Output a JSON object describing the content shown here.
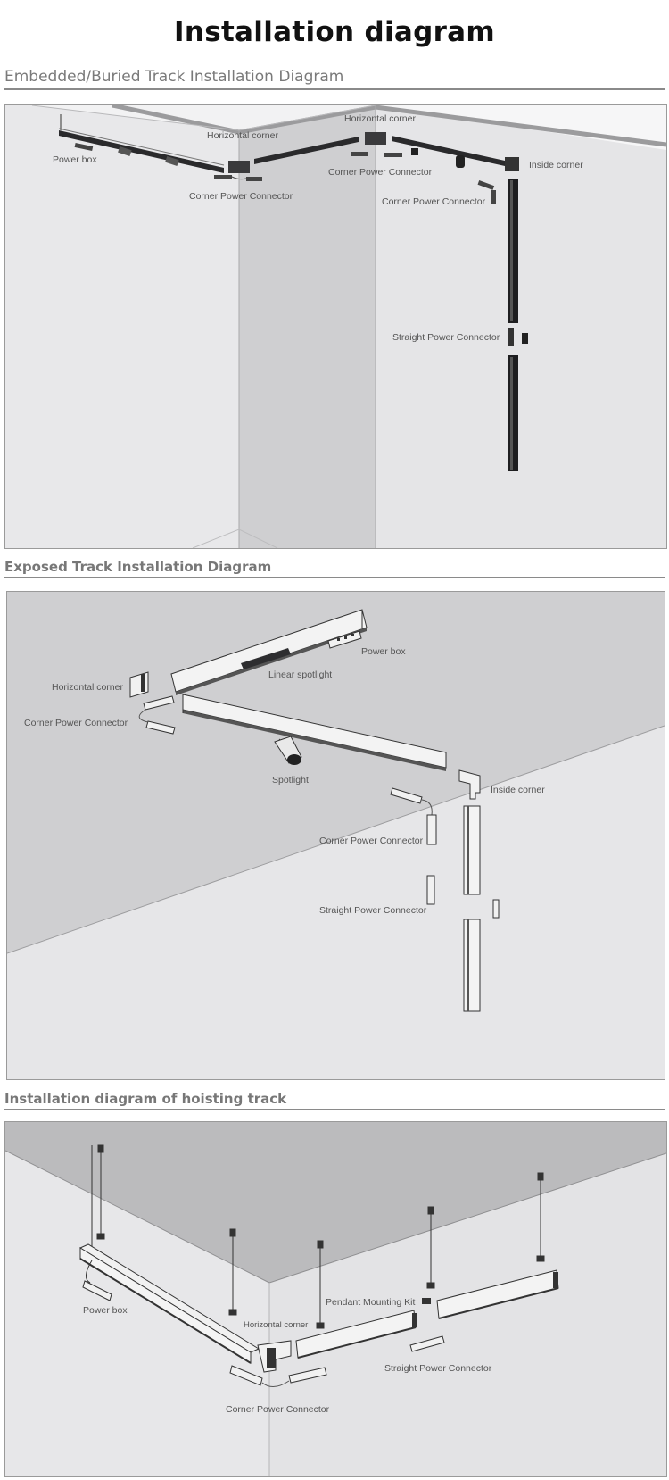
{
  "title": "Installation diagram",
  "sections": [
    {
      "heading": "Embedded/Buried Track Installation Diagram",
      "labels": {
        "power_box": "Power box",
        "horizontal_corner_1": "Horizontal corner",
        "horizontal_corner_2": "Horizontal corner",
        "corner_connector_1": "Corner Power Connector",
        "corner_connector_2": "Corner Power Connector",
        "corner_connector_3": "Corner Power Connector",
        "inside_corner": "Inside corner",
        "straight_connector": "Straight Power Connector"
      }
    },
    {
      "heading": "Exposed Track Installation Diagram",
      "labels": {
        "power_box": "Power box",
        "linear_spotlight": "Linear spotlight",
        "horizontal_corner": "Horizontal corner",
        "corner_connector_1": "Corner Power Connector",
        "spotlight": "Spotlight",
        "inside_corner": "Inside corner",
        "corner_connector_2": "Corner Power Connector",
        "straight_connector": "Straight Power Connector"
      }
    },
    {
      "heading": "Installation diagram of hoisting track",
      "labels": {
        "power_box": "Power box",
        "horizontal_corner": "Horizontal corner",
        "pendant_kit": "Pendant Mounting Kit",
        "straight_connector": "Straight Power Connector",
        "corner_connector": "Corner Power Connector"
      }
    }
  ]
}
